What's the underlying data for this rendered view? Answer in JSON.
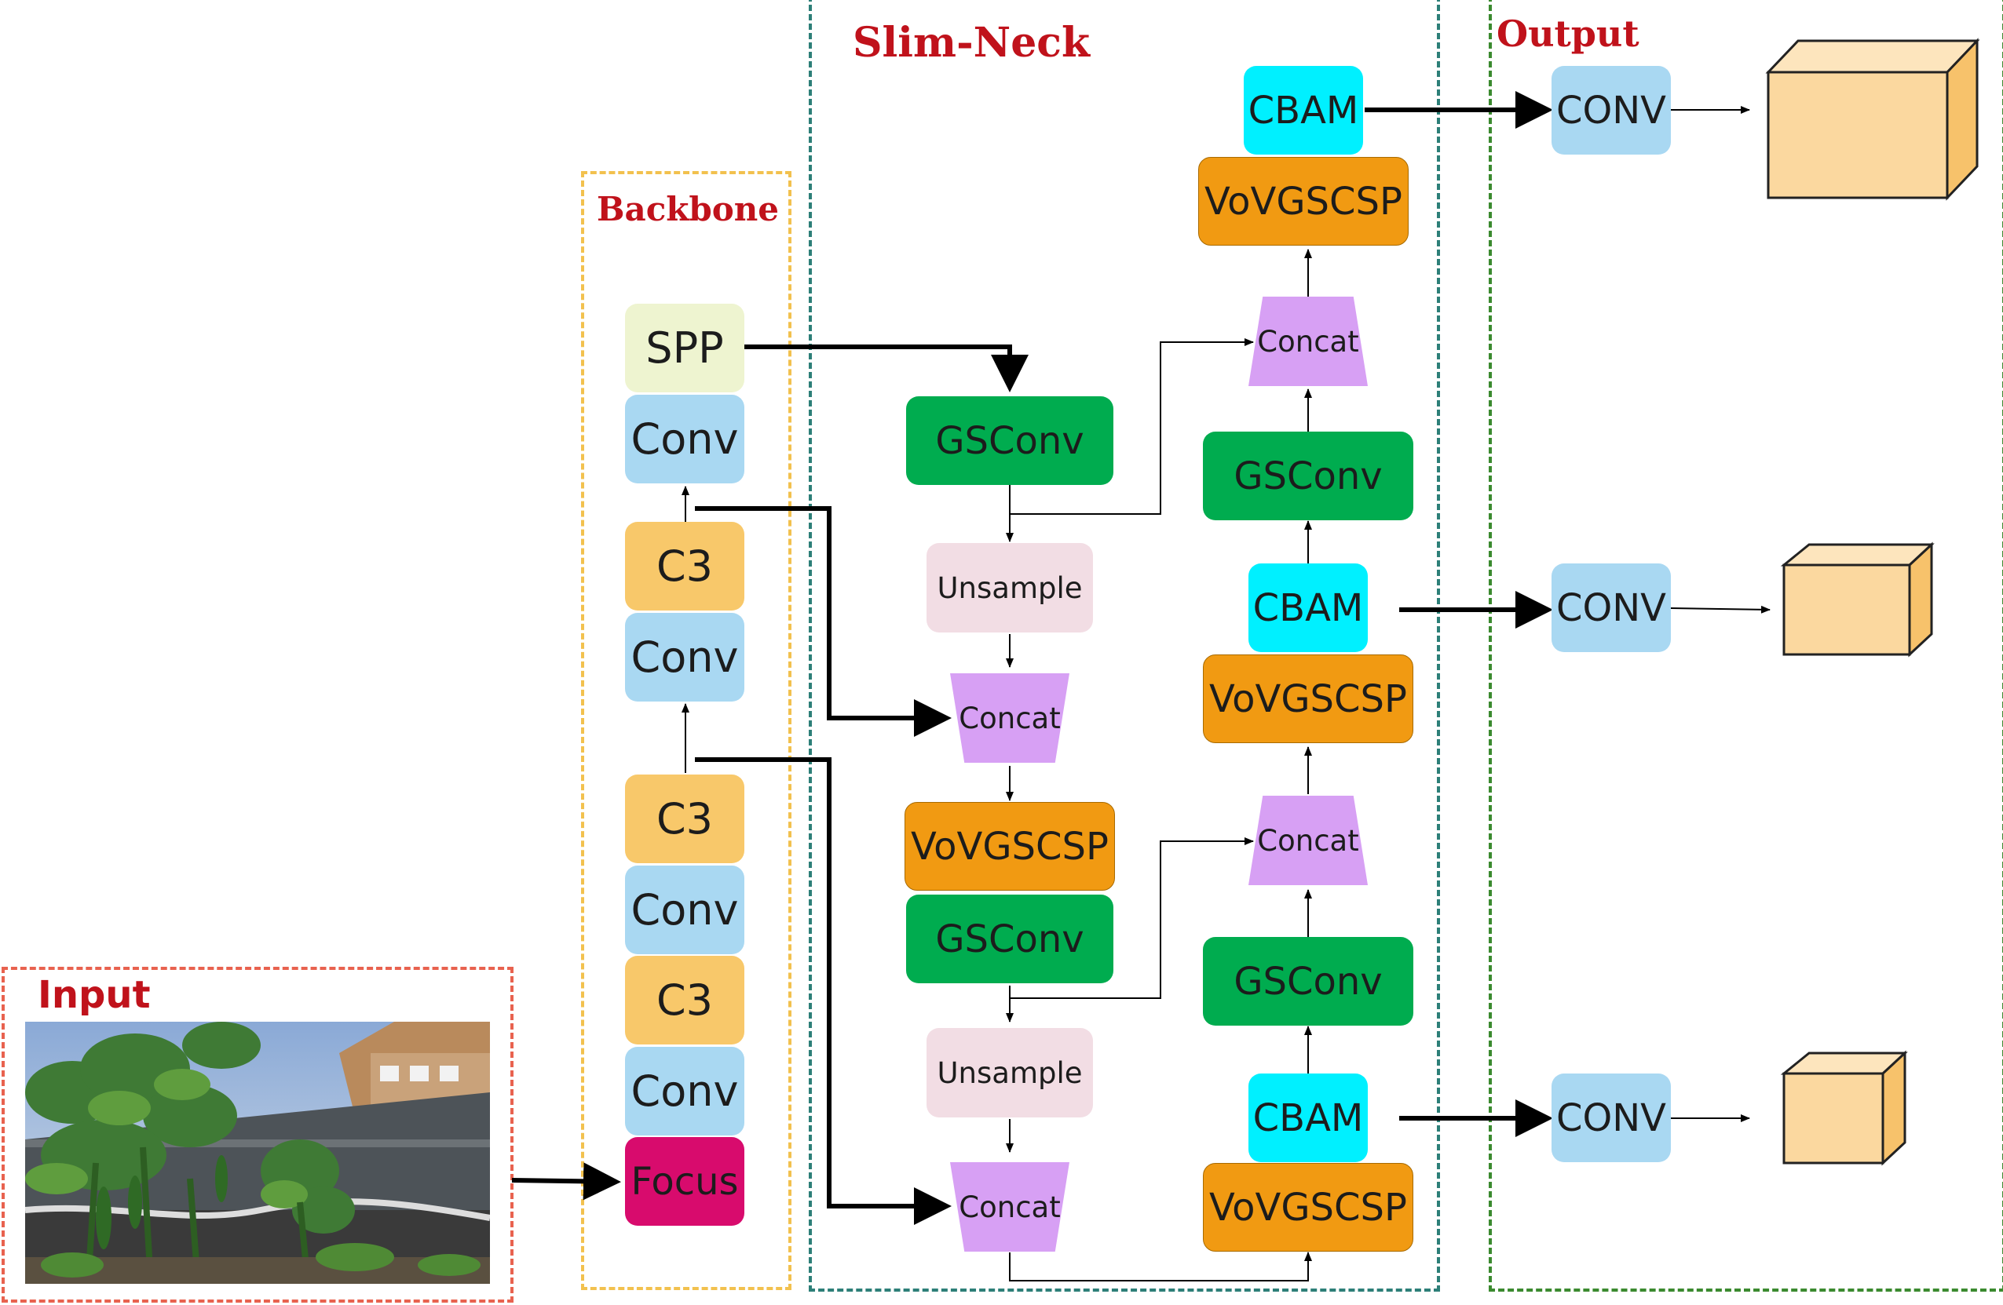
{
  "regions": {
    "input": {
      "title": "Input",
      "color": "#e8624f"
    },
    "backbone": {
      "title": "Backbone",
      "color": "#f2c14e"
    },
    "neck": {
      "title": "Slim-Neck",
      "color": "#2d7f78"
    },
    "output": {
      "title": "Output",
      "color": "#3b8a2f"
    }
  },
  "colors": {
    "conv_blue": "#a9d8f2",
    "c3_orange": "#f8c86a",
    "focus_pink": "#d80b6d",
    "spp_green": "#eef4d0",
    "gsconv_green": "#00ac4f",
    "vov_orange": "#f19a12",
    "unsample_pink": "#f2dde4",
    "concat_purple": "#d7a0f4",
    "cbam_cyan": "#00f0ff",
    "cube_face": "#fbd89f",
    "cube_side": "#f7c26b",
    "title_red": "#c0121b"
  },
  "backbone": {
    "spp": "SPP",
    "conv_top": "Conv",
    "c3_top": "C3",
    "conv_mid": "Conv",
    "c3_mid": "C3",
    "conv_low": "Conv",
    "c3_low": "C3",
    "conv_bottom": "Conv",
    "focus": "Focus"
  },
  "neck": {
    "gsconv_1": "GSConv",
    "unsample_1": "Unsample",
    "concat_1": "Concat",
    "vovgscsp_1": "VoVGSCSP",
    "gsconv_2": "GSConv",
    "unsample_2": "Unsample",
    "concat_2": "Concat",
    "vovgscsp_2": "VoVGSCSP",
    "cbam_3": "CBAM",
    "gsconv_3": "GSConv",
    "concat_3": "Concat",
    "vovgscsp_3": "VoVGSCSP",
    "cbam_2": "CBAM",
    "gsconv_4": "GSConv",
    "concat_4": "Concat",
    "vovgscsp_4": "VoVGSCSP",
    "cbam_1": "CBAM"
  },
  "output": {
    "conv_1": "CONV",
    "conv_2": "CONV",
    "conv_3": "CONV"
  }
}
